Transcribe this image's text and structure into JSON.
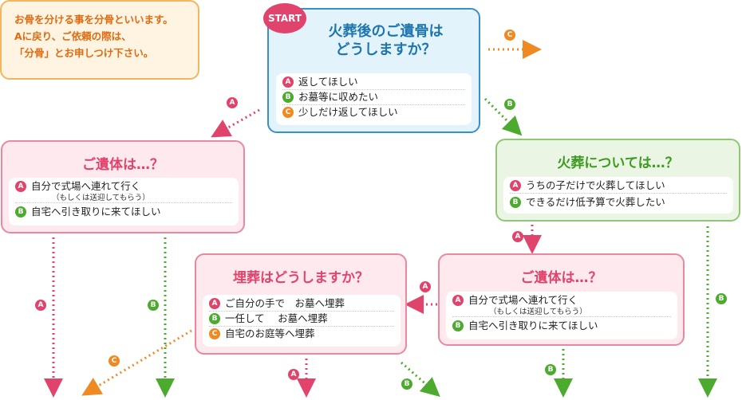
{
  "start": {
    "badge": "START",
    "title_line1": "火葬後のご遺骨は",
    "title_line2": "どうしますか？",
    "options": [
      {
        "key": "A",
        "label": "返してほしい"
      },
      {
        "key": "B",
        "label": "お墓等に収めたい"
      },
      {
        "key": "C",
        "label": "少しだけ返してほしい"
      }
    ]
  },
  "note": {
    "line1": "お骨を分ける事を分骨といいます。",
    "line2": "Aに戻り、ご依頼の際は、",
    "line3": "「分骨」とお申しつけ下さい。"
  },
  "left_body": {
    "title": "ご遺体は…？",
    "options": [
      {
        "key": "A",
        "label": "自分で式場へ連れて行く",
        "sub": "（もしくは送迎してもらう）"
      },
      {
        "key": "B",
        "label": "自宅へ引き取りに来てほしい"
      }
    ]
  },
  "cremation": {
    "title": "火葬については…？",
    "options": [
      {
        "key": "A",
        "label": "うちの子だけで火葬してほしい"
      },
      {
        "key": "B",
        "label": "できるだけ低予算で火葬したい"
      }
    ]
  },
  "right_body": {
    "title": "ご遺体は…？",
    "options": [
      {
        "key": "A",
        "label": "自分で式場へ連れて行く",
        "sub": "（もしくは送迎してもらう）"
      },
      {
        "key": "B",
        "label": "自宅へ引き取りに来てほしい"
      }
    ]
  },
  "burial": {
    "title": "埋葬はどうしますか？",
    "options": [
      {
        "key": "A",
        "label": "ご自分の手で　お墓へ埋葬"
      },
      {
        "key": "B",
        "label": "一任して　 お墓へ埋葬"
      },
      {
        "key": "C",
        "label": "自宅のお庭等へ埋葬"
      }
    ]
  },
  "arrow_labels": {
    "a": "A",
    "b": "B",
    "c": "C"
  },
  "colors": {
    "A": "#e0436b",
    "B": "#4caa2e",
    "C": "#ef8a22",
    "start_border": "#3b8fc7"
  }
}
